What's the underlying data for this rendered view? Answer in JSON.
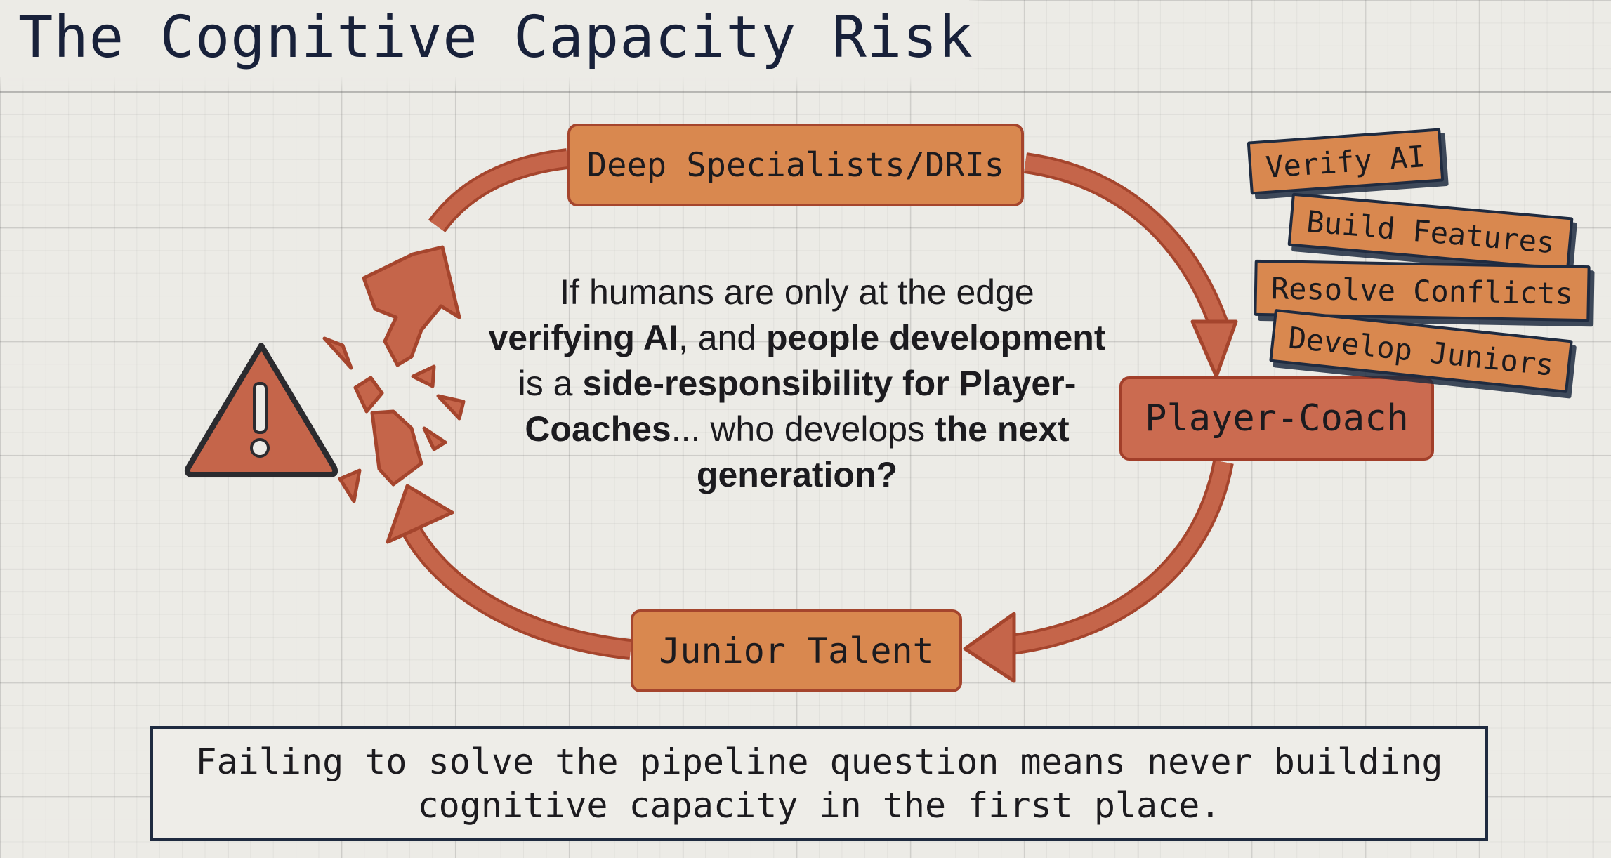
{
  "title": "The Cognitive Capacity Risk",
  "nodes": {
    "top": "Deep Specialists/DRIs",
    "right": "Player-Coach",
    "bottom": "Junior Talent"
  },
  "task_tags": [
    "Verify AI",
    "Build Features",
    "Resolve Conflicts",
    "Develop Juniors"
  ],
  "center_text": {
    "p1": "If humans are only at the edge ",
    "b1": "verifying AI",
    "p2": ", and ",
    "b2": "people development",
    "p3": " is a ",
    "b3": "side-responsibility for Player-Coaches",
    "p4": "... who develops ",
    "b4": "the next generation?"
  },
  "footer_text": "Failing to solve the pipeline question means never building cognitive capacity in the first place.",
  "icons": [
    "warning-triangle-icon",
    "broken-arrow-fragments"
  ],
  "colors": {
    "node_fill": "#d9884f",
    "node_stroke": "#a5452d",
    "arrow": "#c5654a",
    "ink": "#1f2b40",
    "background": "#ecebe6"
  }
}
